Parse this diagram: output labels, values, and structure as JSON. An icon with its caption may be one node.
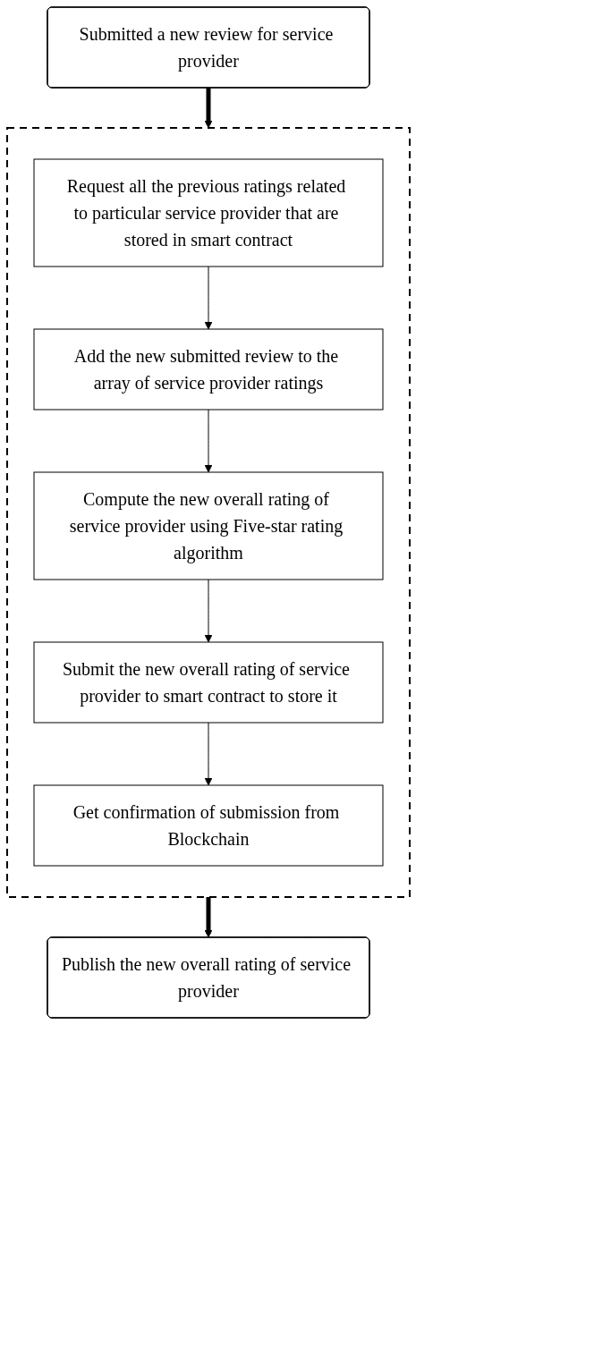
{
  "diagram": {
    "nodes": [
      {
        "text": [
          "Submitted a new review for service provider"
        ]
      },
      {
        "text": [],
        "shape": "box"
      },
      {
        "text": [
          "Request all the previous ratings related to particular service provider that are stored in smart contract"
        ],
        "in": 1
      },
      {
        "text": [
          "Add the new submitted review to the array of service provider ratings"
        ],
        "in": 1
      },
      {
        "text": [
          "Compute the new overall rating of service provider using Five-star rating algorithm"
        ],
        "in": 1
      },
      {
        "text": [
          "Submit the new overall rating of service provider to smart contract to store it"
        ],
        "in": 1
      },
      {
        "text": [
          "Get confirmation of submission from Blockchain"
        ],
        "in": 1
      },
      {
        "text": [
          "Publish the new overall rating of service provider"
        ]
      }
    ],
    "edges": [
      {
        "from": 0,
        "to": 1,
        "arrow": "to",
        "style": "thick"
      },
      {
        "from": 2,
        "to": 3,
        "arrow": "to"
      },
      {
        "from": 3,
        "to": 4,
        "arrow": "to"
      },
      {
        "from": 4,
        "to": 5,
        "arrow": "to"
      },
      {
        "from": 5,
        "to": 6,
        "arrow": "to"
      },
      {
        "from": 1,
        "to": 7,
        "arrow": "to",
        "style": "thick"
      }
    ]
  }
}
